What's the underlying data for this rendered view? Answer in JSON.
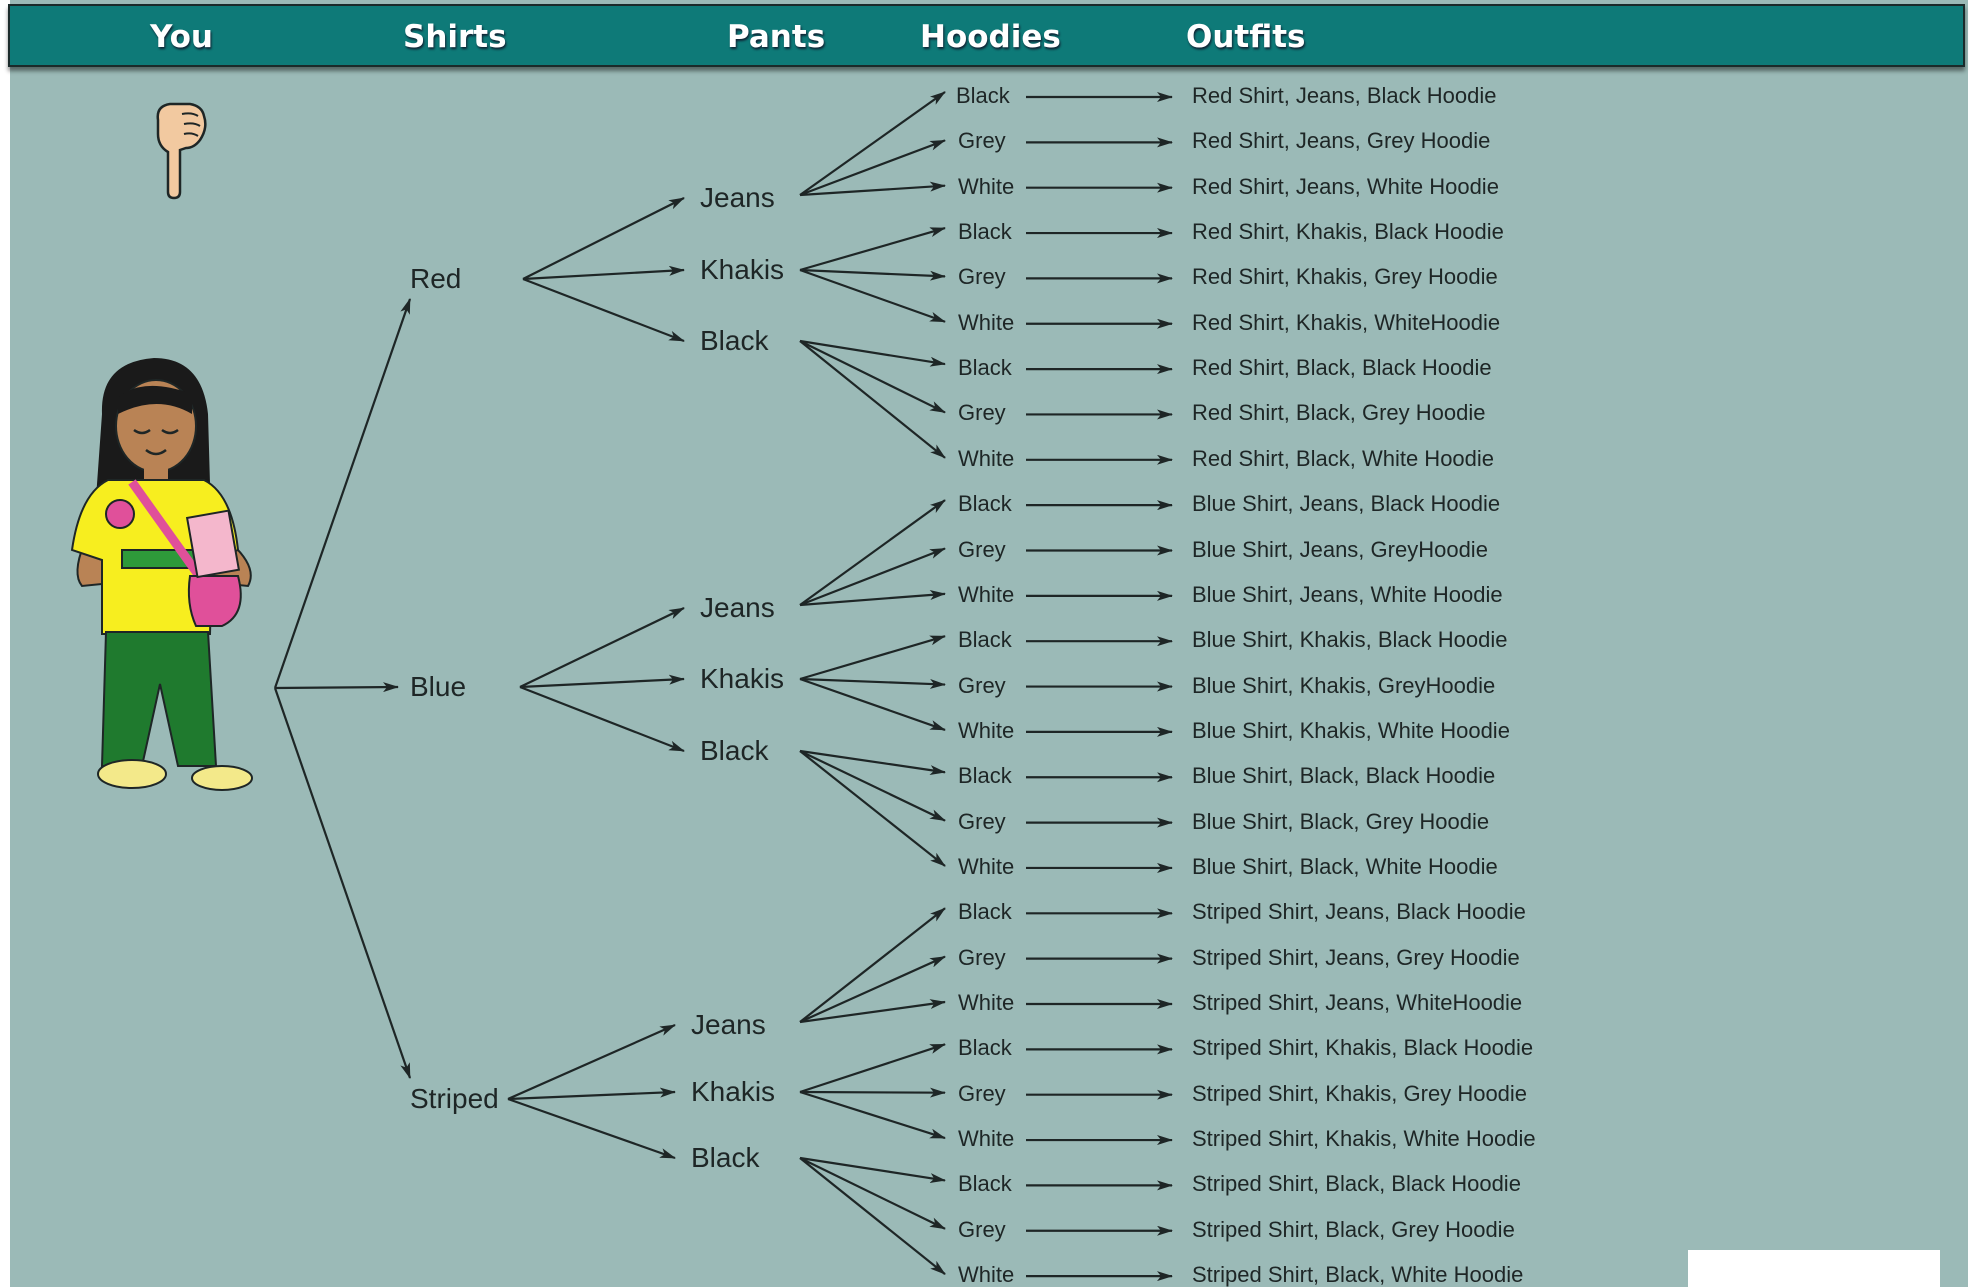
{
  "header": {
    "columns": [
      "You",
      "Shirts",
      "Pants",
      "Hoodies",
      "Outfits"
    ]
  },
  "tree": {
    "shirts": [
      {
        "name": "Red",
        "pants": [
          {
            "name": "Jeans",
            "hoodies": [
              "Black",
              "Grey",
              "White"
            ]
          },
          {
            "name": "Khakis",
            "hoodies": [
              "Black",
              "Grey",
              "White"
            ]
          },
          {
            "name": "Black",
            "hoodies": [
              "Black",
              "Grey",
              "White"
            ]
          }
        ]
      },
      {
        "name": "Blue",
        "pants": [
          {
            "name": "Jeans",
            "hoodies": [
              "Black",
              "Grey",
              "White"
            ]
          },
          {
            "name": "Khakis",
            "hoodies": [
              "Black",
              "Grey",
              "White"
            ]
          },
          {
            "name": "Black",
            "hoodies": [
              "Black",
              "Grey",
              "White"
            ]
          }
        ]
      },
      {
        "name": "Striped",
        "pants": [
          {
            "name": "Jeans",
            "hoodies": [
              "Black",
              "Grey",
              "White"
            ]
          },
          {
            "name": "Khakis",
            "hoodies": [
              "Black",
              "Grey",
              "White"
            ]
          },
          {
            "name": "Black",
            "hoodies": [
              "Black",
              "Grey",
              "White"
            ]
          }
        ]
      }
    ]
  },
  "outfits": [
    "Red Shirt, Jeans, Black Hoodie",
    "Red Shirt, Jeans, Grey Hoodie",
    "Red Shirt, Jeans, White Hoodie",
    "Red Shirt, Khakis, Black Hoodie",
    "Red Shirt, Khakis, Grey Hoodie",
    "Red Shirt, Khakis, WhiteHoodie",
    "Red Shirt, Black, Black Hoodie",
    "Red Shirt, Black, Grey Hoodie",
    "Red Shirt, Black, White Hoodie",
    "Blue Shirt, Jeans, Black Hoodie",
    "Blue Shirt, Jeans, GreyHoodie",
    "Blue Shirt, Jeans, White Hoodie",
    "Blue Shirt, Khakis, Black Hoodie",
    "Blue Shirt, Khakis, GreyHoodie",
    "Blue Shirt, Khakis, White Hoodie",
    "Blue Shirt, Black, Black Hoodie",
    "Blue Shirt, Black, Grey Hoodie",
    "Blue Shirt, Black, White Hoodie",
    "Striped Shirt, Jeans, Black Hoodie",
    "Striped Shirt, Jeans, Grey Hoodie",
    "Striped Shirt, Jeans, WhiteHoodie",
    "Striped Shirt, Khakis, Black Hoodie",
    "Striped Shirt, Khakis, Grey Hoodie",
    "Striped Shirt, Khakis, White Hoodie",
    "Striped Shirt, Black, Black Hoodie",
    "Striped Shirt, Black, Grey Hoodie",
    "Striped Shirt, Black, White Hoodie"
  ],
  "icons": {
    "pointer": "pointing-hand-icon",
    "person": "girl-illustration"
  },
  "colors": {
    "background": "#9bbab7",
    "header": "#0e7a78",
    "header_text": "#ffffff",
    "lines": "#1e2626",
    "shirt_yellow": "#f7ee1f",
    "pants_green": "#1f7a2e",
    "bag_pink": "#e0509a"
  }
}
